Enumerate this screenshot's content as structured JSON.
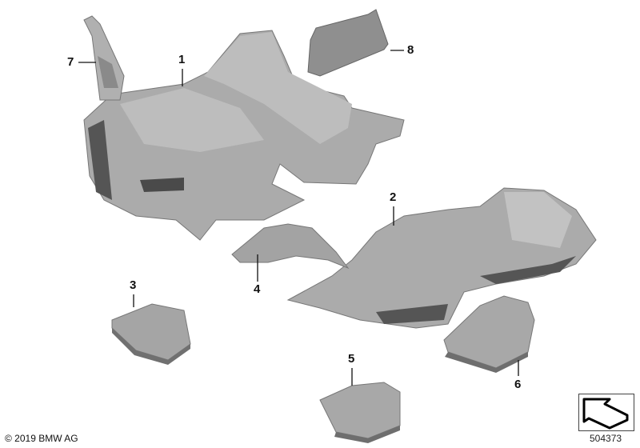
{
  "callouts": [
    {
      "id": "1",
      "label": "1"
    },
    {
      "id": "2",
      "label": "2"
    },
    {
      "id": "3",
      "label": "3"
    },
    {
      "id": "4",
      "label": "4"
    },
    {
      "id": "5",
      "label": "5"
    },
    {
      "id": "6",
      "label": "6"
    },
    {
      "id": "7",
      "label": "7"
    },
    {
      "id": "8",
      "label": "8"
    }
  ],
  "footer": {
    "copyright": "© 2019 BMW AG",
    "diagram_number": "504373"
  },
  "colors": {
    "part_fill": "#a9a9a9",
    "part_dark": "#6f6f6f",
    "part_light": "#cfcfcf",
    "line": "#111111"
  },
  "icons": {
    "nav_arrow": "direction-arrow-icon"
  }
}
